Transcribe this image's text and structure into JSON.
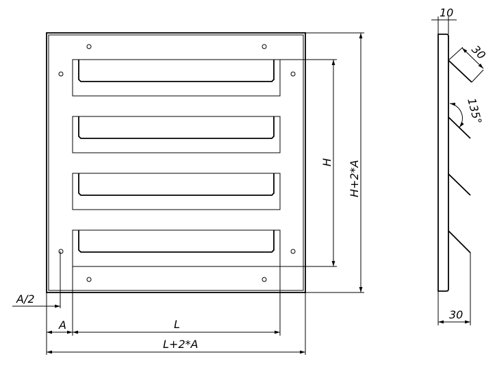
{
  "front_view": {
    "dim_half_margin": "A/2",
    "dim_margin": "A",
    "dim_length": "L",
    "dim_total_length": "L+2*A",
    "dim_height": "H",
    "dim_total_height": "H+2*A",
    "slat_count": 4,
    "hole_count": 8
  },
  "side_view": {
    "dim_thickness": "10",
    "dim_vane_length": "30",
    "dim_angle": "135°",
    "dim_depth": "30"
  },
  "colors": {
    "line": "#000000",
    "background": "#ffffff"
  }
}
